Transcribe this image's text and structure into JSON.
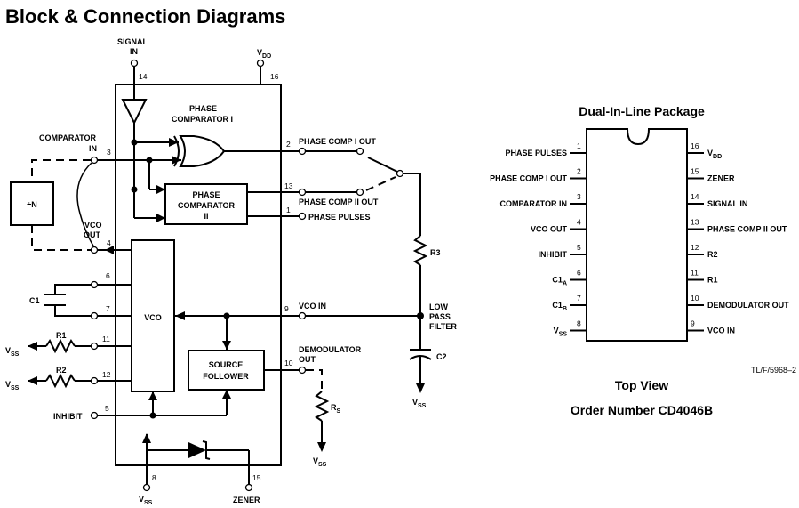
{
  "title": "Block & Connection Diagrams",
  "block": {
    "signal_in": [
      "SIGNAL",
      "IN"
    ],
    "vdd": "V",
    "vdd_sub": "DD",
    "phase_comparator_1": [
      "PHASE",
      "COMPARATOR I"
    ],
    "phase_comparator_2": [
      "PHASE",
      "COMPARATOR",
      "II"
    ],
    "comparator_in": [
      "COMPARATOR",
      "IN"
    ],
    "divider": "÷N",
    "vco_out": [
      "VCO",
      "OUT"
    ],
    "vco": "VCO",
    "source_follower": [
      "SOURCE",
      "FOLLOWER"
    ],
    "c1": "C1",
    "r1": "R1",
    "r2": "R2",
    "r3": "R3",
    "rs": "R",
    "rs_sub": "S",
    "c2": "C2",
    "vss": "V",
    "vss_sub": "SS",
    "inhibit": "INHIBIT",
    "zener": "ZENER",
    "phase_comp_1_out": "PHASE COMP I OUT",
    "phase_comp_2_out": "PHASE COMP II OUT",
    "phase_pulses": "PHASE PULSES",
    "vco_in": "VCO IN",
    "low_pass_filter": [
      "LOW",
      "PASS",
      "FILTER"
    ],
    "demodulator_out": [
      "DEMODULATOR",
      "OUT"
    ],
    "pins": {
      "p14": "14",
      "p16": "16",
      "p3": "3",
      "p4": "4",
      "p6": "6",
      "p7": "7",
      "p11": "11",
      "p12": "12",
      "p5": "5",
      "p8": "8",
      "p15": "15",
      "p2": "2",
      "p13": "13",
      "p1": "1",
      "p9": "9",
      "p10": "10"
    }
  },
  "package": {
    "title": "Dual-In-Line Package",
    "left_pins": [
      {
        "num": "1",
        "label": "PHASE PULSES",
        "sub": ""
      },
      {
        "num": "2",
        "label": "PHASE COMP I OUT",
        "sub": ""
      },
      {
        "num": "3",
        "label": "COMPARATOR IN",
        "sub": ""
      },
      {
        "num": "4",
        "label": "VCO OUT",
        "sub": ""
      },
      {
        "num": "5",
        "label": "INHIBIT",
        "sub": ""
      },
      {
        "num": "6",
        "label": "C1",
        "sub": "A"
      },
      {
        "num": "7",
        "label": "C1",
        "sub": "B"
      },
      {
        "num": "8",
        "label": "V",
        "sub": "SS"
      }
    ],
    "right_pins": [
      {
        "num": "16",
        "label": "V",
        "sub": "DD"
      },
      {
        "num": "15",
        "label": "ZENER",
        "sub": ""
      },
      {
        "num": "14",
        "label": "SIGNAL IN",
        "sub": ""
      },
      {
        "num": "13",
        "label": "PHASE COMP II OUT",
        "sub": ""
      },
      {
        "num": "12",
        "label": "R2",
        "sub": ""
      },
      {
        "num": "11",
        "label": "R1",
        "sub": ""
      },
      {
        "num": "10",
        "label": "DEMODULATOR OUT",
        "sub": ""
      },
      {
        "num": "9",
        "label": "VCO IN",
        "sub": ""
      }
    ],
    "ref_code": "TL/F/5968–2",
    "view": "Top View",
    "order": "Order Number CD4046B"
  }
}
